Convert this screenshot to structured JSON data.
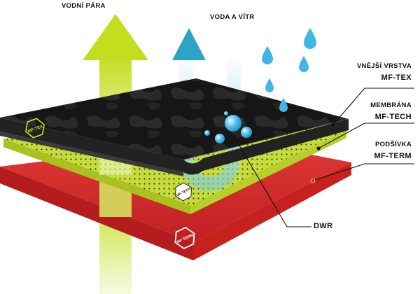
{
  "labels": {
    "water_vapor": "VODNÍ PÁRA",
    "water_wind": "VODA A VÍTR",
    "outer_layer": {
      "title": "VNĚJŠÍ VRSTVA",
      "name": "MF-TEX"
    },
    "membrane": {
      "title": "MEMBRÁNA",
      "name": "MF-TECH"
    },
    "lining": {
      "title": "PODŠÍVKA",
      "name": "MF-TERM"
    },
    "dwr": "DWR"
  },
  "badges": {
    "outer": "MF-TEX",
    "membrane": "MF-TECH",
    "lining": "MF-TERM"
  },
  "colors": {
    "vapor_arrow": "#c8e02a",
    "water_arrow": "#35a8c8",
    "outer_layer": "#1c1c1c",
    "membrane": "#c5dc3a",
    "lining": "#d42a2a",
    "droplet": "#3fb6e6",
    "leader_line": "#111111",
    "marker_dot": "#d42a2a"
  },
  "icons": {
    "layer_badge": "hexagon-badge-icon",
    "rain": "water-drop-icon"
  }
}
